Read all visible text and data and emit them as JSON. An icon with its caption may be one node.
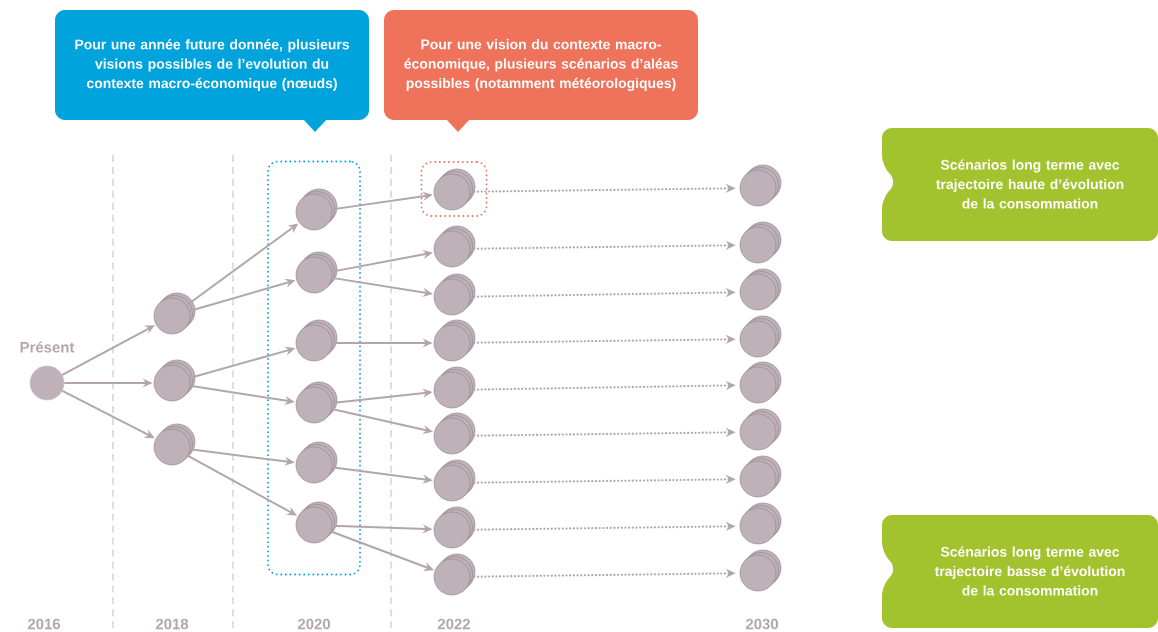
{
  "diagram": {
    "nodes": [
      {
        "text": [
          "Pour une année future donnée, plusieurs visions possibles de l’evolution du contexte macro-économique (nœuds)"
        ]
      },
      {
        "text": [
          "Pour une vision du contexte macro-économique, plusieurs scénarios d’aléas possibles (notamment météorologiques)"
        ]
      },
      {
        "text": [
          "Scénarios long terme avec trajectoire haute d’évolution de la consommation"
        ]
      },
      {
        "text": [
          "Scénarios long terme avec trajectoire basse d’évolution de la consommation"
        ]
      },
      {
        "text": [],
        "shape": "circle",
        "beside": [
          "Présent"
        ]
      },
      {
        "text": [],
        "shape": "circle"
      },
      {
        "text": [],
        "shape": "circle"
      },
      {
        "text": [],
        "shape": "circle"
      },
      {
        "text": [],
        "shape": "box"
      },
      {
        "text": [],
        "shape": "circle",
        "in": 8
      },
      {
        "text": [],
        "shape": "circle",
        "in": 8
      },
      {
        "text": [],
        "shape": "circle",
        "in": 8
      },
      {
        "text": [],
        "shape": "circle",
        "in": 8
      },
      {
        "text": [],
        "shape": "circle",
        "in": 8
      },
      {
        "text": [],
        "shape": "circle",
        "in": 8
      },
      {
        "text": [],
        "shape": "box"
      },
      {
        "text": [],
        "shape": "circle",
        "in": 15
      },
      {
        "text": [],
        "shape": "circle"
      },
      {
        "text": [],
        "shape": "circle"
      },
      {
        "text": [],
        "shape": "circle"
      },
      {
        "text": [],
        "shape": "circle"
      },
      {
        "text": [],
        "shape": "circle"
      },
      {
        "text": [],
        "shape": "circle"
      },
      {
        "text": [],
        "shape": "circle"
      },
      {
        "text": [],
        "shape": "circle"
      },
      {
        "text": [],
        "shape": "circle"
      },
      {
        "text": [],
        "shape": "circle"
      },
      {
        "text": [],
        "shape": "circle"
      },
      {
        "text": [],
        "shape": "circle"
      },
      {
        "text": [],
        "shape": "circle"
      },
      {
        "text": [],
        "shape": "circle"
      },
      {
        "text": [],
        "shape": "circle"
      },
      {
        "text": [],
        "shape": "circle"
      },
      {
        "text": [],
        "shape": "circle"
      }
    ],
    "edges": [
      {
        "from": 4,
        "to": 5,
        "arrow": "to"
      },
      {
        "from": 4,
        "to": 6,
        "arrow": "to"
      },
      {
        "from": 4,
        "to": 7,
        "arrow": "to"
      },
      {
        "from": 5,
        "to": 9,
        "arrow": "to"
      },
      {
        "from": 5,
        "to": 10,
        "arrow": "to"
      },
      {
        "from": 6,
        "to": 11,
        "arrow": "to"
      },
      {
        "from": 6,
        "to": 12,
        "arrow": "to"
      },
      {
        "from": 7,
        "to": 13,
        "arrow": "to"
      },
      {
        "from": 7,
        "to": 14,
        "arrow": "to"
      },
      {
        "from": 9,
        "to": 16,
        "arrow": "to"
      },
      {
        "from": 10,
        "to": 17,
        "arrow": "to"
      },
      {
        "from": 10,
        "to": 18,
        "arrow": "to"
      },
      {
        "from": 11,
        "to": 19,
        "arrow": "to"
      },
      {
        "from": 12,
        "to": 20,
        "arrow": "to"
      },
      {
        "from": 12,
        "to": 21,
        "arrow": "to"
      },
      {
        "from": 13,
        "to": 22,
        "arrow": "to"
      },
      {
        "from": 14,
        "to": 23,
        "arrow": "to"
      },
      {
        "from": 14,
        "to": 24,
        "arrow": "to"
      },
      {
        "from": 16,
        "to": 25,
        "arrow": "to",
        "style": "dashed"
      },
      {
        "from": 17,
        "to": 26,
        "arrow": "to",
        "style": "dashed"
      },
      {
        "from": 18,
        "to": 27,
        "arrow": "to",
        "style": "dashed"
      },
      {
        "from": 19,
        "to": 28,
        "arrow": "to",
        "style": "dashed"
      },
      {
        "from": 20,
        "to": 29,
        "arrow": "to",
        "style": "dashed"
      },
      {
        "from": 21,
        "to": 30,
        "arrow": "to",
        "style": "dashed"
      },
      {
        "from": 22,
        "to": 31,
        "arrow": "to",
        "style": "dashed"
      },
      {
        "from": 23,
        "to": 32,
        "arrow": "to",
        "style": "dashed"
      },
      {
        "from": 24,
        "to": 33,
        "arrow": "to",
        "style": "dashed"
      }
    ],
    "labels": [
      "2016",
      "2018",
      "2020",
      "2022",
      "2030"
    ]
  }
}
